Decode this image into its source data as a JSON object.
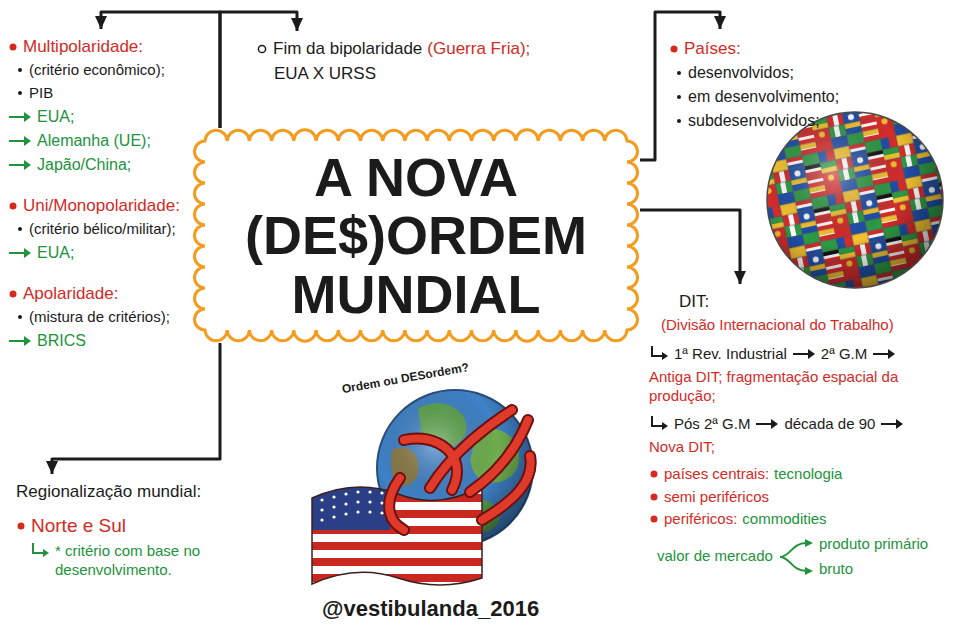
{
  "diagram": {
    "nodes": [
      {
        "text": [
          "A NOVA (DE$)ORDEM MUNDIAL"
        ]
      },
      {
        "text": [
          "Multipolaridade:",
          "(critério econômico);",
          "PIB",
          "EUA;",
          "Alemanha (UE);",
          "Japão/China;",
          "Uni/Monopolaridade:",
          "(critério bélico/militar);",
          "EUA;",
          "Apolaridade:",
          "(mistura de critérios);",
          "BRICS"
        ]
      },
      {
        "text": [
          "Fim da bipolaridade",
          "(Guerra Fria);",
          "EUA X URSS"
        ]
      },
      {
        "text": [
          "Países:",
          "desenvolvidos;",
          "em desenvolvimento;",
          "subdesenvolvidos;"
        ]
      },
      {
        "text": [
          "DIT:",
          "(Divisão Internacional do Trabalho)",
          "1ª Rev. Industrial",
          "2ª G.M",
          "Antiga DIT; fragmentação espacial da produção;",
          "Pós 2ª G.M",
          "década de 90",
          "Nova DIT;",
          "países centrais:",
          "tecnologia",
          "semi periféricos",
          "periféricos:",
          "commodities",
          "valor de mercado",
          "produto primário",
          "bruto"
        ]
      },
      {
        "text": [
          "Regionalização mundial:",
          "Norte e Sul",
          "* critério com base no desenvolvimento."
        ]
      }
    ],
    "edges": [
      {
        "from": 0,
        "to": 1,
        "arrow": "to"
      },
      {
        "from": 0,
        "to": 2,
        "arrow": "to"
      },
      {
        "from": 0,
        "to": 3,
        "arrow": "to"
      },
      {
        "from": 0,
        "to": 4,
        "arrow": "to"
      },
      {
        "from": 0,
        "to": 5,
        "arrow": "to"
      }
    ],
    "labels": [
      "Ordem ou DESordem?",
      "@vestibulanda_2016"
    ]
  }
}
